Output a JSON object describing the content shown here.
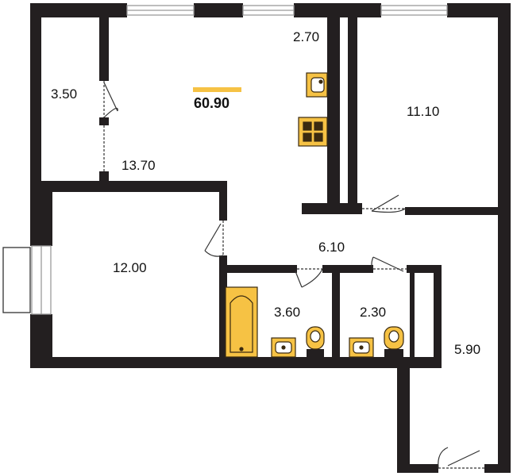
{
  "plan": {
    "total_area": "60.90",
    "rooms": [
      {
        "id": "storage",
        "area": "3.50"
      },
      {
        "id": "living-kitchen",
        "area": "13.70"
      },
      {
        "id": "kitchen-niche",
        "area": "2.70"
      },
      {
        "id": "bedroom-right",
        "area": "11.10"
      },
      {
        "id": "bedroom-left",
        "area": "12.00"
      },
      {
        "id": "hallway",
        "area": "6.10"
      },
      {
        "id": "bathroom",
        "area": "3.60"
      },
      {
        "id": "toilet",
        "area": "2.30"
      },
      {
        "id": "entrance",
        "area": "5.90"
      }
    ],
    "colors": {
      "wall": "#231f20",
      "fixture_fill": "#f6c244",
      "fixture_stroke": "#3a2a10",
      "accent_bar": "#f6c244",
      "window": "#9a9a9a"
    }
  }
}
